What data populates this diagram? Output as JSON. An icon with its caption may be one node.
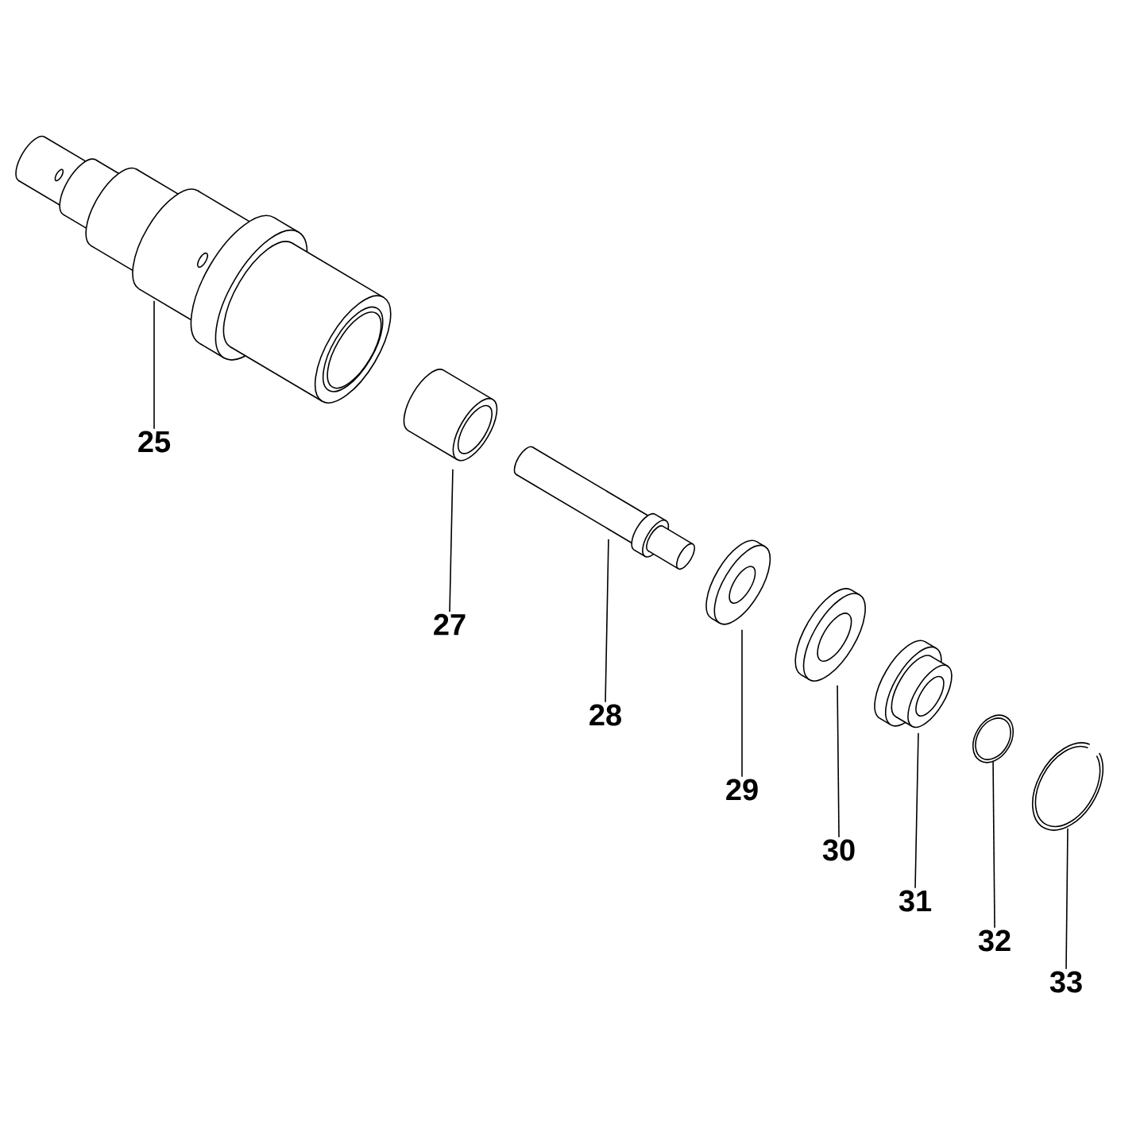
{
  "diagram": {
    "nodes": [
      {
        "text": [
          "25"
        ]
      },
      {
        "text": [
          "27"
        ]
      },
      {
        "text": [
          "28"
        ]
      },
      {
        "text": [
          "29"
        ]
      },
      {
        "text": [
          "30"
        ]
      },
      {
        "text": [
          "31"
        ]
      },
      {
        "text": [
          "32"
        ]
      },
      {
        "text": [
          "33"
        ]
      },
      {
        "text": [],
        "shape": "picture"
      },
      {
        "text": [],
        "shape": "picture"
      },
      {
        "text": [],
        "shape": "picture"
      },
      {
        "text": [],
        "shape": "picture"
      },
      {
        "text": [],
        "shape": "picture"
      },
      {
        "text": [],
        "shape": "picture"
      },
      {
        "text": [],
        "shape": "picture"
      },
      {
        "text": [],
        "shape": "picture"
      }
    ],
    "edges": [
      {
        "from": 0,
        "to": 8,
        "arrow": "none"
      },
      {
        "from": 1,
        "to": 9,
        "arrow": "none"
      },
      {
        "from": 2,
        "to": 10,
        "arrow": "none"
      },
      {
        "from": 3,
        "to": 11,
        "arrow": "none"
      },
      {
        "from": 4,
        "to": 12,
        "arrow": "none"
      },
      {
        "from": 5,
        "to": 13,
        "arrow": "none"
      },
      {
        "from": 6,
        "to": 14,
        "arrow": "none"
      },
      {
        "from": 7,
        "to": 15,
        "arrow": "none"
      }
    ]
  }
}
